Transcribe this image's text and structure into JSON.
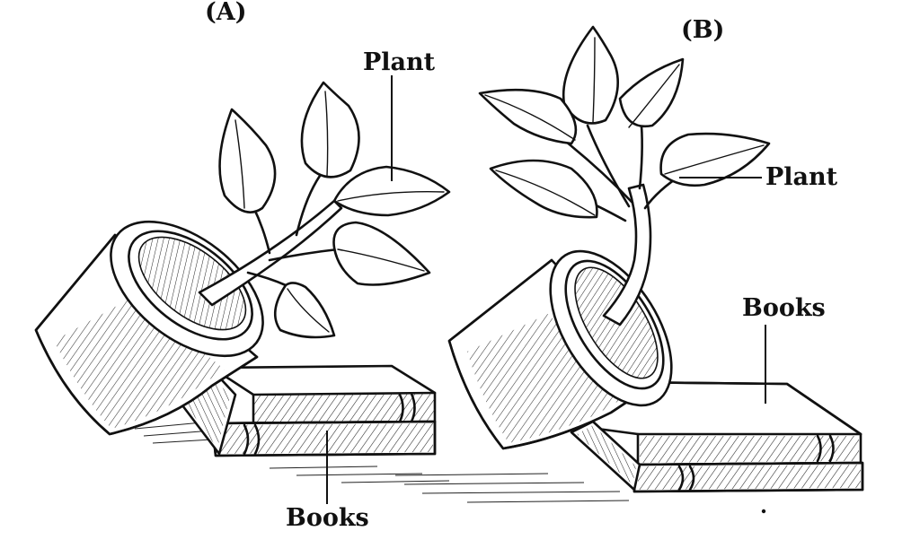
{
  "figure": {
    "panel_a": {
      "title": "(A)",
      "plant_label": "Plant",
      "books_label": "Books"
    },
    "panel_b": {
      "title": "(B)",
      "plant_label": "Plant",
      "books_label": "Books"
    }
  }
}
